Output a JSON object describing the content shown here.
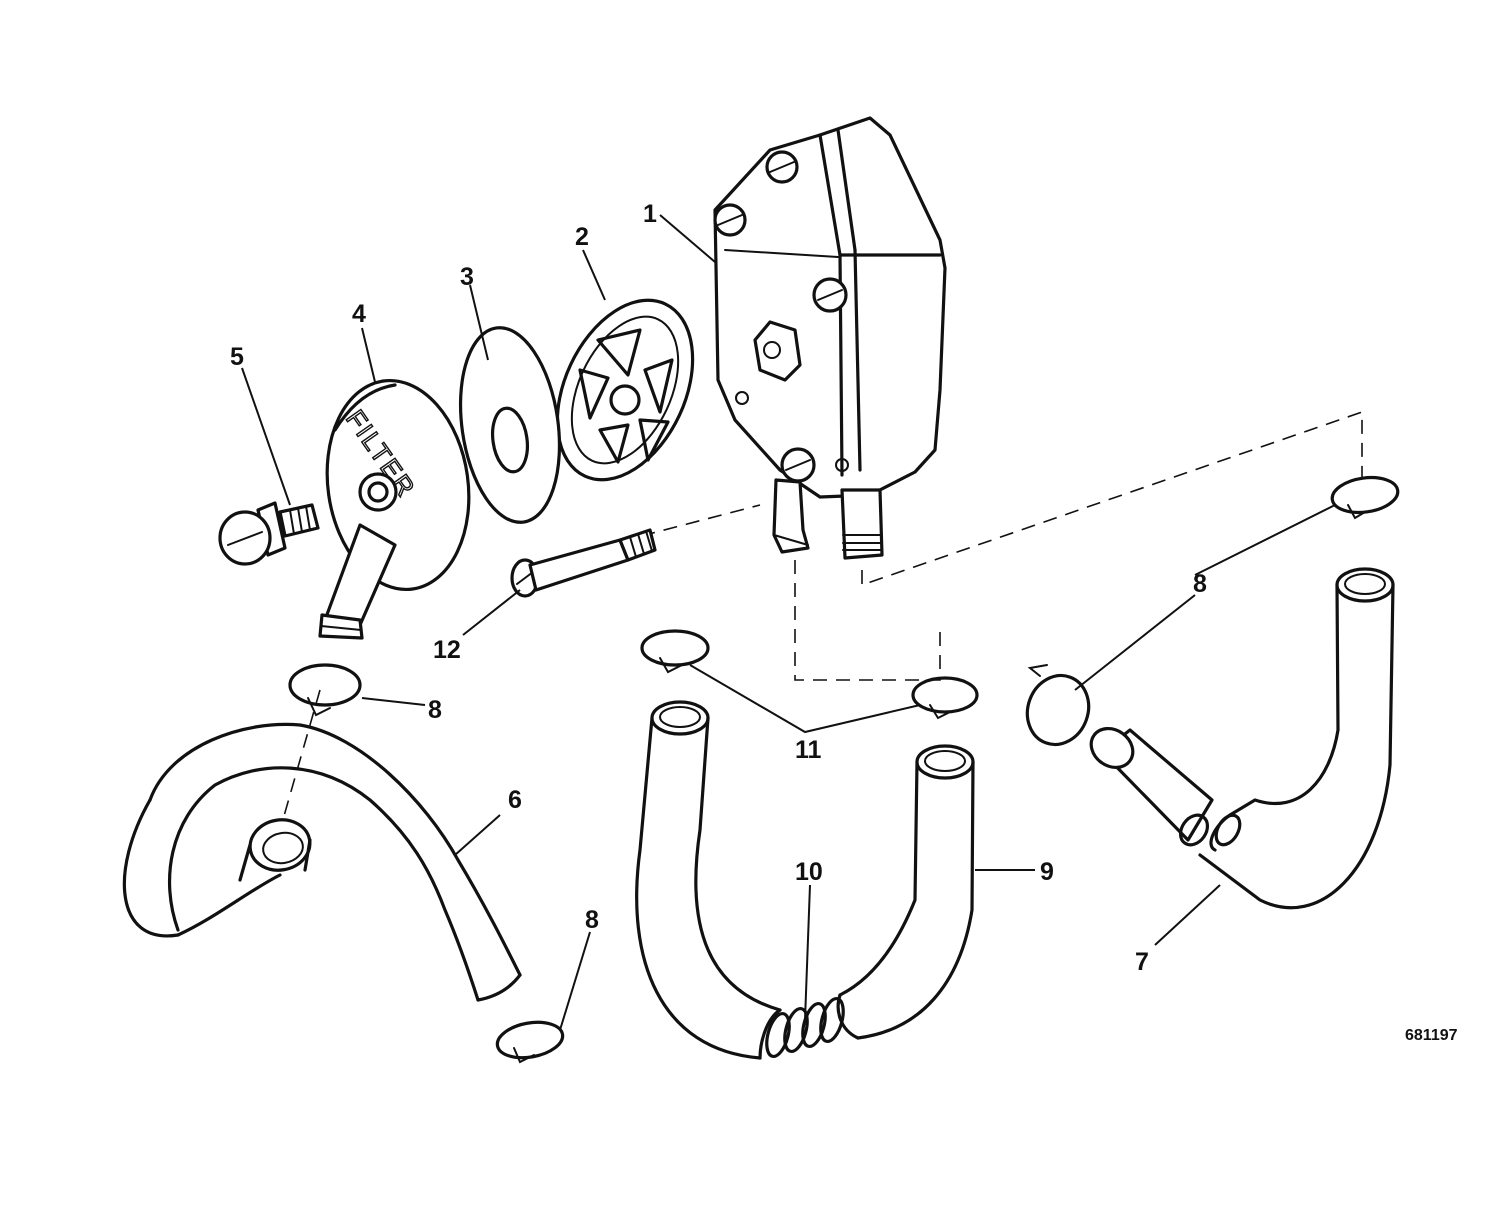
{
  "callouts": {
    "c1": "1",
    "c2": "2",
    "c3": "3",
    "c4": "4",
    "c5": "5",
    "c6": "6",
    "c7": "7",
    "c8a": "8",
    "c8b": "8",
    "c8c": "8",
    "c9": "9",
    "c10": "10",
    "c11": "11",
    "c12": "12"
  },
  "filter_label": "FILTER",
  "figure_number": "681197"
}
